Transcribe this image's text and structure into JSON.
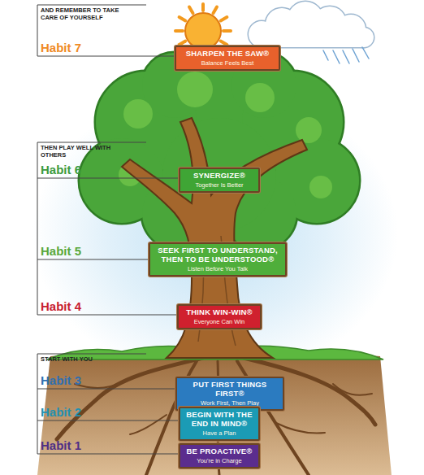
{
  "diagram": {
    "nodes": [
      {
        "text": [
          "SHARPEN THE SAW®",
          "Balance Feels Best"
        ]
      },
      {
        "text": [
          "SYNERGIZE®",
          "Together Is Better"
        ]
      },
      {
        "text": [
          "SEEK FIRST TO UNDERSTAND, THEN TO BE UNDERSTOOD®",
          "Listen Before You Talk"
        ]
      },
      {
        "text": [
          "THINK WIN-WIN®",
          "Everyone Can Win"
        ]
      },
      {
        "text": [
          "PUT FIRST THINGS FIRST®",
          "Work First, Then Play"
        ]
      },
      {
        "text": [
          "BEGIN WITH THE END IN MIND®",
          "Have a Plan"
        ]
      },
      {
        "text": [
          "BE PROACTIVE®",
          "You're in Charge"
        ]
      }
    ],
    "labels": [
      "AND REMEMBER TO TAKE CARE OF YOURSELF",
      "Habit 7",
      "THEN PLAY WELL WITH OTHERS",
      "Habit 6",
      "Habit 5",
      "Habit 4",
      "START WITH YOU",
      "Habit 3",
      "Habit 2",
      "Habit 1"
    ]
  }
}
